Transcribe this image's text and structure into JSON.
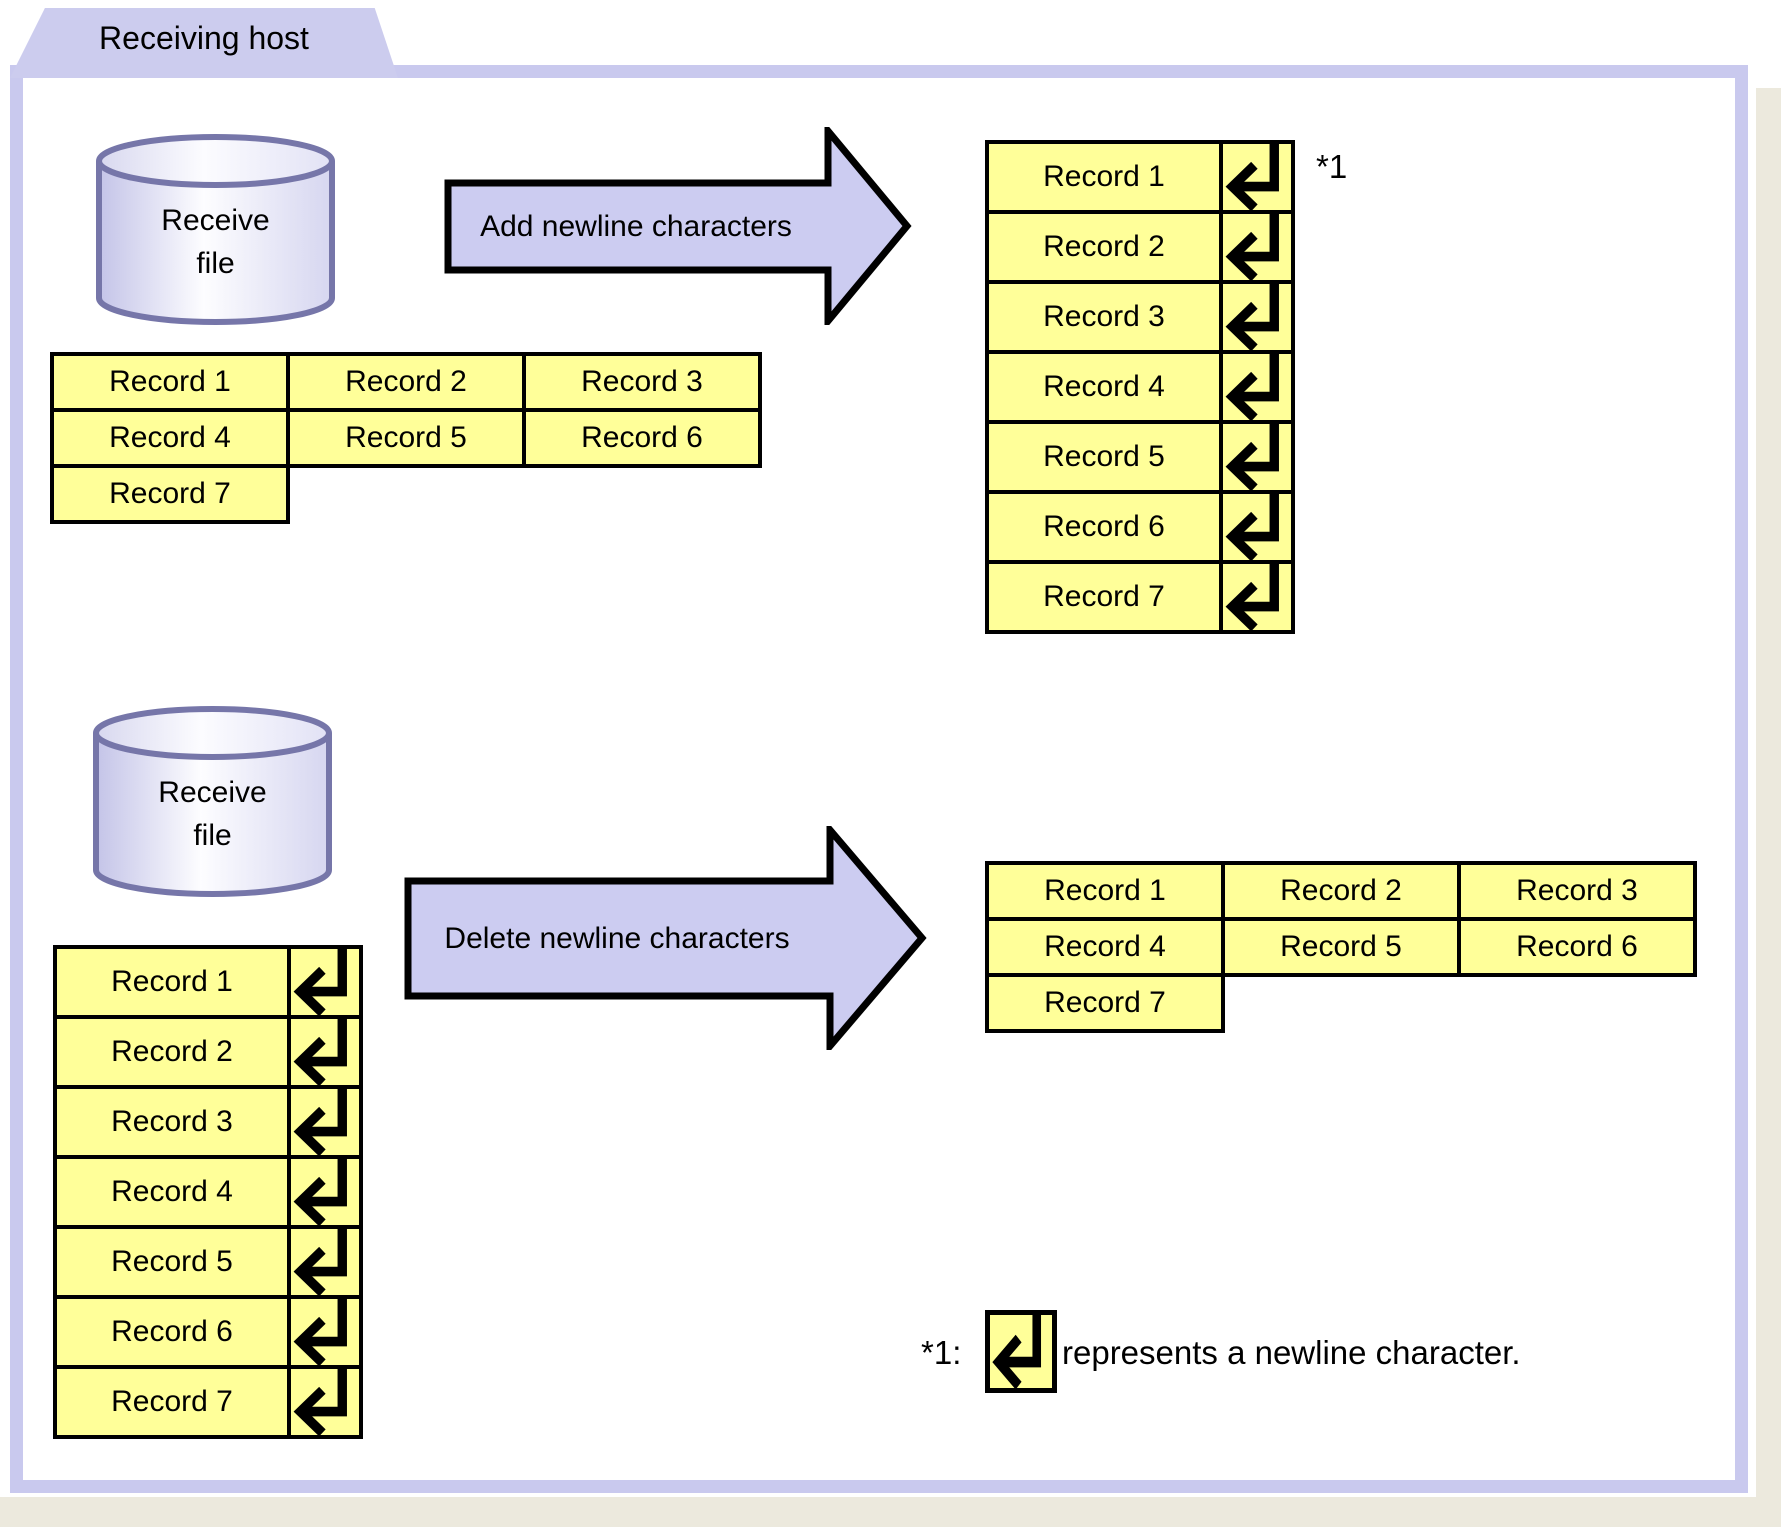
{
  "title_tab": "Receiving host",
  "colors": {
    "lavender_fill": "#ccccf1",
    "frame_border": "#c9c9ee",
    "tab_fill": "#ccccee",
    "record_yellow": "#ffff99",
    "page_beige": "#ece9dd",
    "cylinder_stroke": "#7676a9"
  },
  "top_flow": {
    "cylinder": {
      "line1": "Receive",
      "line2": "file"
    },
    "arrow_label": "Add newline characters",
    "table_rows": [
      [
        "Record 1",
        "Record 2",
        "Record 3"
      ],
      [
        "Record 4",
        "Record 5",
        "Record 6"
      ],
      [
        "Record 7"
      ]
    ],
    "records_with_newlines": [
      "Record 1",
      "Record 2",
      "Record 3",
      "Record 4",
      "Record 5",
      "Record 6",
      "Record 7"
    ],
    "footnote_marker": "*1"
  },
  "bottom_flow": {
    "cylinder": {
      "line1": "Receive",
      "line2": "file"
    },
    "arrow_label": "Delete newline characters",
    "records_with_newlines": [
      "Record 1",
      "Record 2",
      "Record 3",
      "Record 4",
      "Record 5",
      "Record 6",
      "Record 7"
    ],
    "table_rows": [
      [
        "Record 1",
        "Record 2",
        "Record 3"
      ],
      [
        "Record 4",
        "Record 5",
        "Record 6"
      ],
      [
        "Record 7"
      ]
    ]
  },
  "legend": {
    "marker": "*1:",
    "text": "represents a newline character."
  }
}
